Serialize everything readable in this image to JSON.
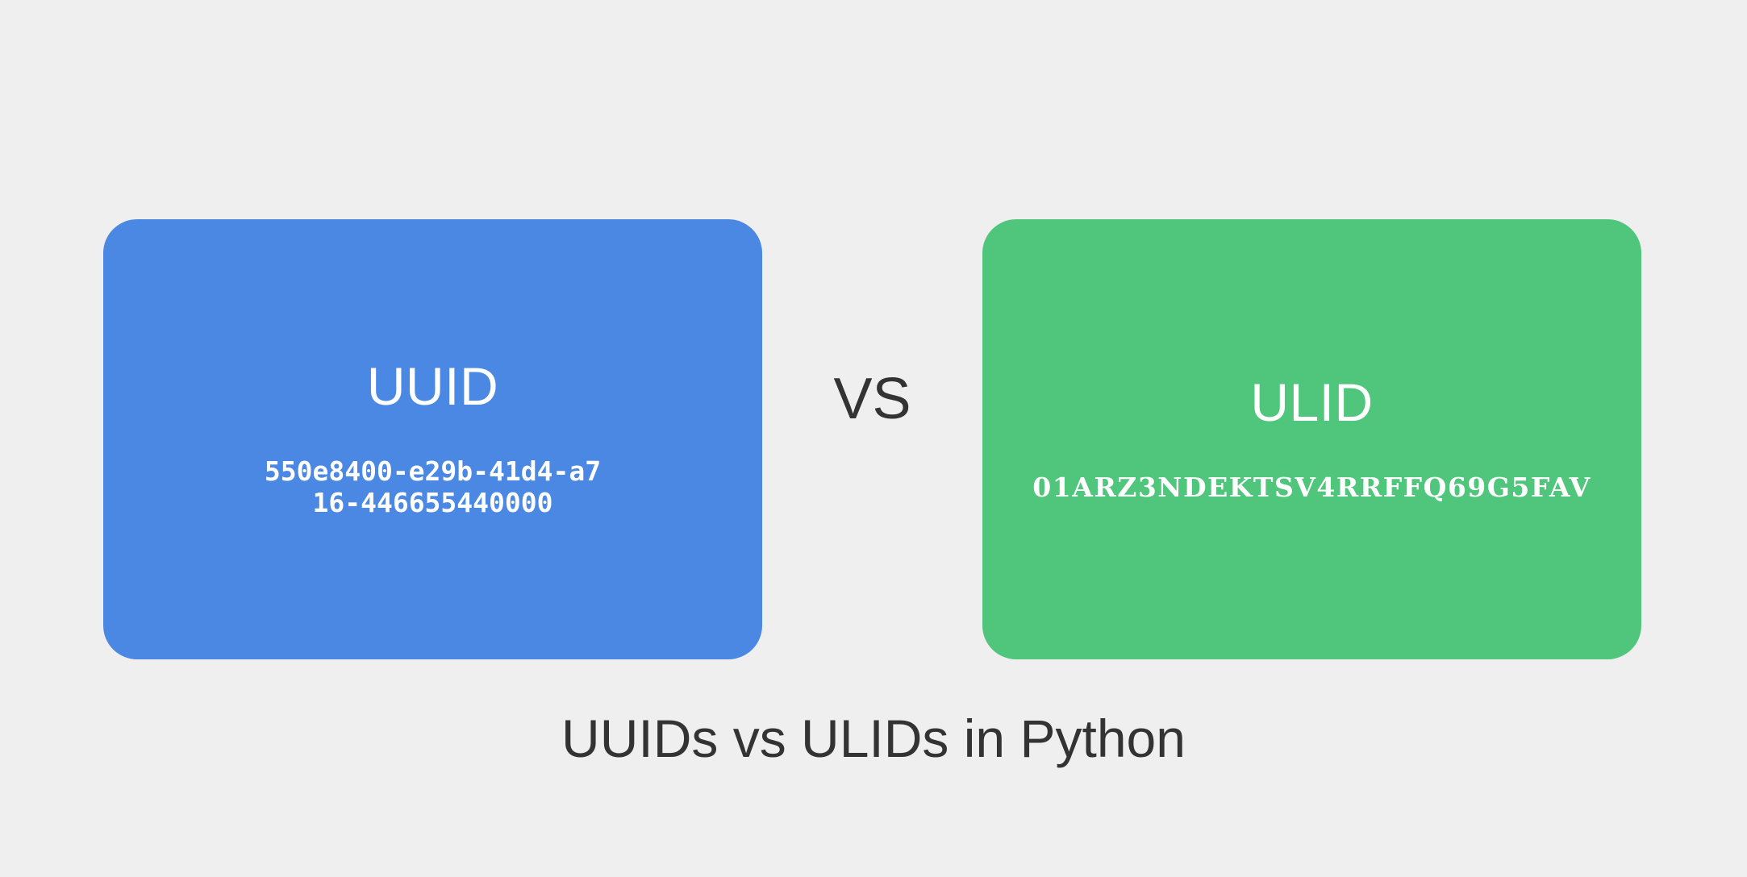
{
  "page": {
    "background_color": "#efefef",
    "caption": "UUIDs vs ULIDs in Python",
    "caption_color": "#333333"
  },
  "comparison": {
    "separator_label": "VS",
    "separator_color": "#333333",
    "cards": [
      {
        "id": "uuid",
        "title": "UUID",
        "code": "550e8400-e29b-41d4-a716-446655440000",
        "background_color": "#4a88e3",
        "text_color": "#ffffff"
      },
      {
        "id": "ulid",
        "title": "ULID",
        "code": "01ARZ3NDEKTSV4RRFFQ69G5FAV",
        "background_color": "#4fc67c",
        "text_color": "#ffffff"
      }
    ]
  }
}
